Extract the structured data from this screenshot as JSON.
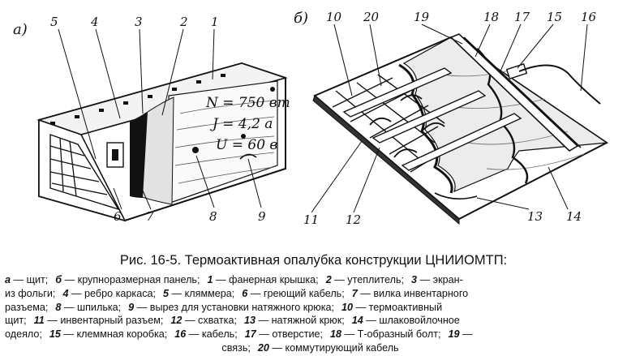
{
  "figure": {
    "sublabel_a": "а)",
    "sublabel_b": "б)",
    "panel_values": {
      "n": "N = 750 вт",
      "j": "J = 4,2 а",
      "u": "U = 60 в"
    },
    "callouts_a": [
      "5",
      "4",
      "3",
      "2",
      "1",
      "6",
      "7",
      "8",
      "9"
    ],
    "callouts_b": [
      "10",
      "20",
      "19",
      "18",
      "17",
      "15",
      "16",
      "11",
      "12",
      "13",
      "14"
    ]
  },
  "caption": "Рис. 16-5. Термоактивная опалубка конструкции ЦНИИОМТП:",
  "legend_lines": [
    [
      {
        "num": "а",
        "text": "— щит;"
      },
      {
        "num": "б",
        "text": "— крупноразмерная панель;"
      },
      {
        "num": "1",
        "text": "— фанерная крышка;"
      },
      {
        "num": "2",
        "text": "— утеплитель;"
      },
      {
        "num": "3",
        "text": "— экран-"
      }
    ],
    [
      {
        "num": "",
        "text": "из фольги;"
      },
      {
        "num": "4",
        "text": "— ребро каркаса;"
      },
      {
        "num": "5",
        "text": "— кляммера;"
      },
      {
        "num": "6",
        "text": "— греющий кабель;"
      },
      {
        "num": "7",
        "text": "— вилка инвентарного"
      }
    ],
    [
      {
        "num": "",
        "text": "разъема;"
      },
      {
        "num": "8",
        "text": "— шпилька;"
      },
      {
        "num": "9",
        "text": "— вырез для установки натяжного крюка;"
      },
      {
        "num": "10",
        "text": "— термоактивный"
      }
    ],
    [
      {
        "num": "",
        "text": "щит;"
      },
      {
        "num": "11",
        "text": "— инвентарный разъем;"
      },
      {
        "num": "12",
        "text": "— схватка;"
      },
      {
        "num": "13",
        "text": "— натяжной крюк;"
      },
      {
        "num": "14",
        "text": "— шлаковойлочное"
      }
    ],
    [
      {
        "num": "",
        "text": "одеяло;"
      },
      {
        "num": "15",
        "text": "— клеммная коробка;"
      },
      {
        "num": "16",
        "text": "— кабель;"
      },
      {
        "num": "17",
        "text": "— отверстие;"
      },
      {
        "num": "18",
        "text": "— Т-образный болт;"
      },
      {
        "num": "19",
        "text": "—"
      }
    ],
    [
      {
        "num": "",
        "text": "связь;"
      },
      {
        "num": "20",
        "text": "— коммутирующий кабель"
      }
    ]
  ]
}
